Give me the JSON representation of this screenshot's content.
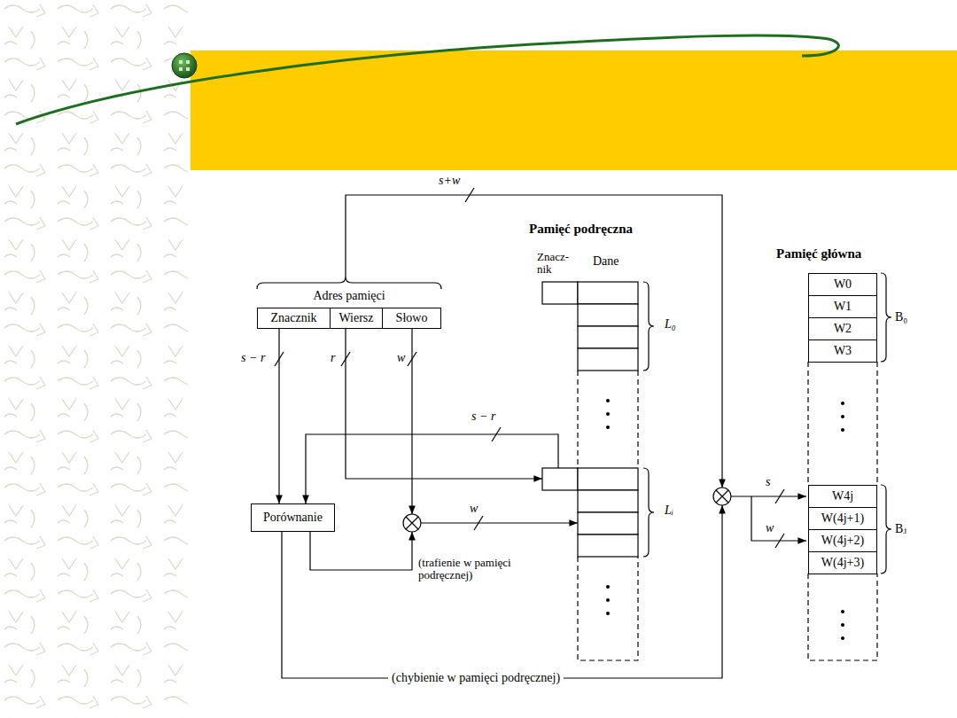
{
  "diagram": {
    "nodes": [
      {
        "text": [
          "Adres pamięci"
        ]
      },
      {
        "text": [
          "Znacznik"
        ],
        "in": 0
      },
      {
        "text": [
          "Wiersz"
        ],
        "in": 0
      },
      {
        "text": [
          "Słowo"
        ],
        "in": 0
      },
      {
        "text": [
          "Porównanie"
        ]
      },
      {
        "text": [
          "W0"
        ]
      },
      {
        "text": [
          "W1"
        ]
      },
      {
        "text": [
          "W2"
        ]
      },
      {
        "text": [
          "W3"
        ]
      },
      {
        "text": [
          "W4j"
        ]
      },
      {
        "text": [
          "W(4j+1)"
        ]
      },
      {
        "text": [
          "W(4j+2)"
        ]
      },
      {
        "text": [
          "W(4j+3)"
        ]
      }
    ],
    "edges": [
      {
        "from": 1,
        "to": 4,
        "arrow": "to"
      }
    ],
    "labels": [
      "s+w",
      "Pamięć podręczna",
      "Znacz- nik",
      "Dane",
      "Pamięć główna",
      "s − r",
      "r",
      "w",
      "L₀",
      "s − r",
      "Lᵢ",
      "w",
      "s",
      "w",
      "B₀",
      "Bⱼ",
      "(trafienie w pamięci podręcznej)",
      "(chybienie w pamięci podręcznej)"
    ]
  }
}
